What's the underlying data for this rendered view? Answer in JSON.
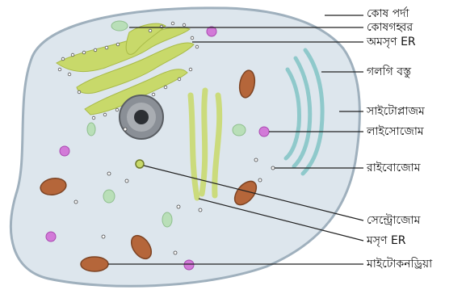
{
  "title": "",
  "colors": {
    "cytoplasm": "#dde6ed",
    "membrane": "#9fb0bd",
    "rough_er": "#c8d96a",
    "smooth_er": "#d2df8c",
    "golgi": "#b6dfe0",
    "mitochondria": "#b5663a",
    "lysosome": "#d27ad8",
    "vesicle": "#b9dfb8",
    "nucleus": "#7a7f86",
    "leader_line": "#222222"
  },
  "labels": [
    {
      "id": "cell-membrane",
      "text": "কোষ পর্দা"
    },
    {
      "id": "cell-organelle",
      "text": "কোষগহ্বর"
    },
    {
      "id": "rough-er",
      "text": "অমসৃণ ER"
    },
    {
      "id": "golgi-body",
      "text": "গলগি বস্তু"
    },
    {
      "id": "cytoplasm",
      "text": "সাইটোপ্লাজম"
    },
    {
      "id": "lysosome",
      "text": "লাইসোজোম"
    },
    {
      "id": "ribosome",
      "text": "রাইবোজোম"
    },
    {
      "id": "centrosome",
      "text": "সেন্ট্রোজোম"
    },
    {
      "id": "smooth-er",
      "text": "মসৃণ ER"
    },
    {
      "id": "mitochondria",
      "text": "মাইটোকনড্রিয়া"
    }
  ]
}
